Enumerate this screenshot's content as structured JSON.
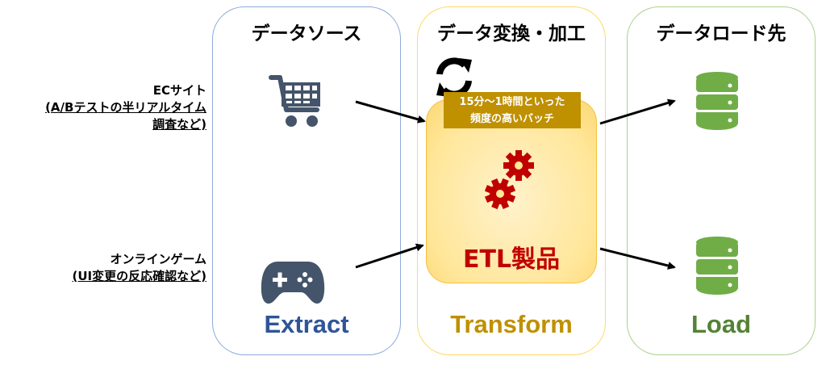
{
  "columns": {
    "source": {
      "heading": "データソース",
      "footer": "Extract"
    },
    "transform": {
      "heading": "データ変換・加工",
      "footer": "Transform"
    },
    "destination": {
      "heading": "データロード先",
      "footer": "Load"
    }
  },
  "sources": [
    {
      "name": "ECサイト",
      "detail_lines": [
        "(A/Bテストの半リアルタイム",
        "調査など)"
      ],
      "icon": "shopping-cart-icon"
    },
    {
      "name": "オンラインゲーム",
      "detail_lines": [
        "(UI変更の反応確認など)"
      ],
      "icon": "gamepad-icon"
    }
  ],
  "transform": {
    "batch_lines": [
      "15分～1時間といった",
      "頻度の高いバッチ"
    ],
    "product_label": "ETL製品",
    "icons": [
      "sync-icon",
      "gears-icon"
    ]
  },
  "destinations": [
    {
      "icon": "database-icon"
    },
    {
      "icon": "database-icon"
    }
  ],
  "colors": {
    "source_border": "#8eaadb",
    "transform_border": "#ffd966",
    "destination_border": "#a9d18e",
    "extract": "#2f5597",
    "transform": "#bf9000",
    "load": "#548235",
    "etl_product": "#c00000",
    "database": "#70ad47",
    "cart": "#44546a"
  }
}
